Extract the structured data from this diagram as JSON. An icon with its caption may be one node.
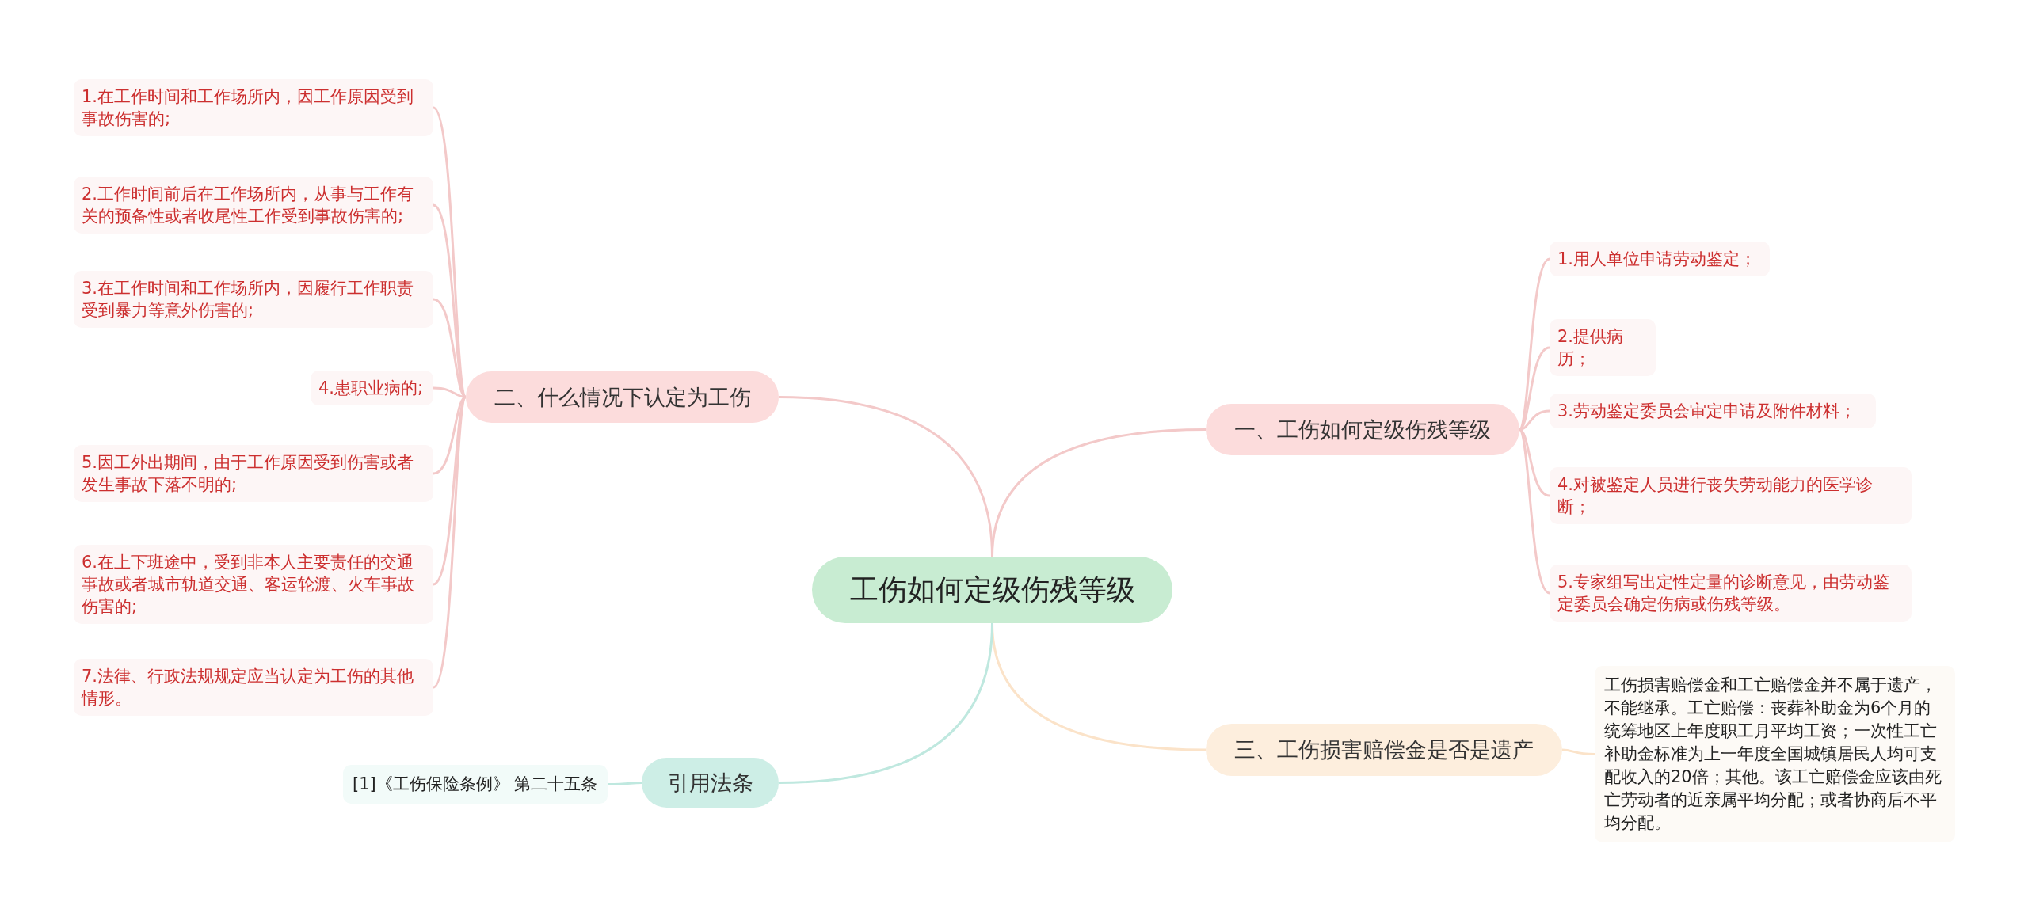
{
  "diagram": {
    "nodes": [
      {
        "text": [
          "工伤如何定级伤残等级"
        ]
      },
      {
        "text": [
          "一、工伤如何定级伤残等级"
        ]
      },
      {
        "text": [
          "1.用人单位申请劳动鉴定；"
        ]
      },
      {
        "text": [
          "2.提供病历；"
        ]
      },
      {
        "text": [
          "3.劳动鉴定委员会审定申请及附件材料；"
        ]
      },
      {
        "text": [
          "4.对被鉴定人员进行丧失劳动能力的医学诊断；"
        ]
      },
      {
        "text": [
          "5.专家组写出定性定量的诊断意见，由劳动鉴定委员会确定伤病或伤残等级。"
        ]
      },
      {
        "text": [
          "三、工伤损害赔偿金是否是遗产"
        ]
      },
      {
        "text": [
          "工伤损害赔偿金和工亡赔偿金并不属于遗产，不能继承。工亡赔偿：丧葬补助金为6个月的统筹地区上年度职工月平均工资；一次性工亡补助金标准为上一年度全国城镇居民人均可支配收入的20倍；其他。该工亡赔偿金应该由死亡劳动者的近亲属平均分配；或者协商后不平均分配。"
        ]
      },
      {
        "text": [
          "二、什么情况下认定为工伤"
        ]
      },
      {
        "text": [
          "1.在工作时间和工作场所内，因工作原因受到事故伤害的;"
        ]
      },
      {
        "text": [
          "2.工作时间前后在工作场所内，从事与工作有关的预备性或者收尾性工作受到事故伤害的;"
        ]
      },
      {
        "text": [
          "3.在工作时间和工作场所内，因履行工作职责受到暴力等意外伤害的;"
        ]
      },
      {
        "text": [
          "4.患职业病的;"
        ]
      },
      {
        "text": [
          "5.因工外出期间，由于工作原因受到伤害或者发生事故下落不明的;"
        ]
      },
      {
        "text": [
          "6.在上下班途中，受到非本人主要责任的交通事故或者城市轨道交通、客运轮渡、火车事故伤害的;"
        ]
      },
      {
        "text": [
          "7.法律、行政法规规定应当认定为工伤的其他情形。"
        ]
      },
      {
        "text": [
          "引用法条"
        ]
      },
      {
        "text": [
          "[1]《工伤保险条例》 第二十五条"
        ]
      }
    ],
    "edges": [
      {
        "from": 0,
        "to": 1,
        "arrow": "none"
      },
      {
        "from": 1,
        "to": 2,
        "arrow": "none"
      },
      {
        "from": 1,
        "to": 3,
        "arrow": "none"
      },
      {
        "from": 1,
        "to": 4,
        "arrow": "none"
      },
      {
        "from": 1,
        "to": 5,
        "arrow": "none"
      },
      {
        "from": 1,
        "to": 6,
        "arrow": "none"
      },
      {
        "from": 0,
        "to": 7,
        "arrow": "none",
        "color": "#fbe3c9"
      },
      {
        "from": 7,
        "to": 8,
        "arrow": "none",
        "color": "#fbe3c9"
      },
      {
        "from": 0,
        "to": 9,
        "arrow": "none"
      },
      {
        "from": 9,
        "to": 10,
        "arrow": "none"
      },
      {
        "from": 9,
        "to": 11,
        "arrow": "none"
      },
      {
        "from": 9,
        "to": 12,
        "arrow": "none"
      },
      {
        "from": 9,
        "to": 13,
        "arrow": "none"
      },
      {
        "from": 9,
        "to": 14,
        "arrow": "none"
      },
      {
        "from": 9,
        "to": 15,
        "arrow": "none"
      },
      {
        "from": 9,
        "to": 16,
        "arrow": "none"
      },
      {
        "from": 0,
        "to": 17,
        "arrow": "none",
        "color": "#bfe8df"
      },
      {
        "from": 17,
        "to": 18,
        "arrow": "none",
        "color": "#bfe8df"
      }
    ]
  }
}
